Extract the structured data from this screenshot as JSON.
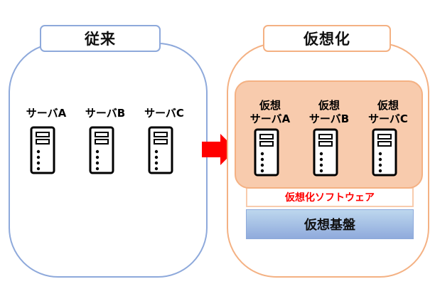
{
  "left": {
    "title": "従来",
    "servers": [
      {
        "label": "サーバA"
      },
      {
        "label": "サーバB"
      },
      {
        "label": "サーバC"
      }
    ]
  },
  "right": {
    "title": "仮想化",
    "vms": [
      {
        "line1": "仮想",
        "line2": "サーバA"
      },
      {
        "line1": "仮想",
        "line2": "サーバB"
      },
      {
        "line1": "仮想",
        "line2": "サーバC"
      }
    ],
    "software_label": "仮想化ソフトウェア",
    "base_label": "仮想基盤"
  },
  "colors": {
    "left_border": "#8ea9db",
    "right_border": "#f4b183",
    "vm_fill": "#f8cbad",
    "arrow": "#ff0000",
    "software_text": "#ff0000",
    "base_fill": "#9dc3e6"
  },
  "icons": {
    "server": "server-tower-icon",
    "arrow": "right-arrow-icon"
  }
}
